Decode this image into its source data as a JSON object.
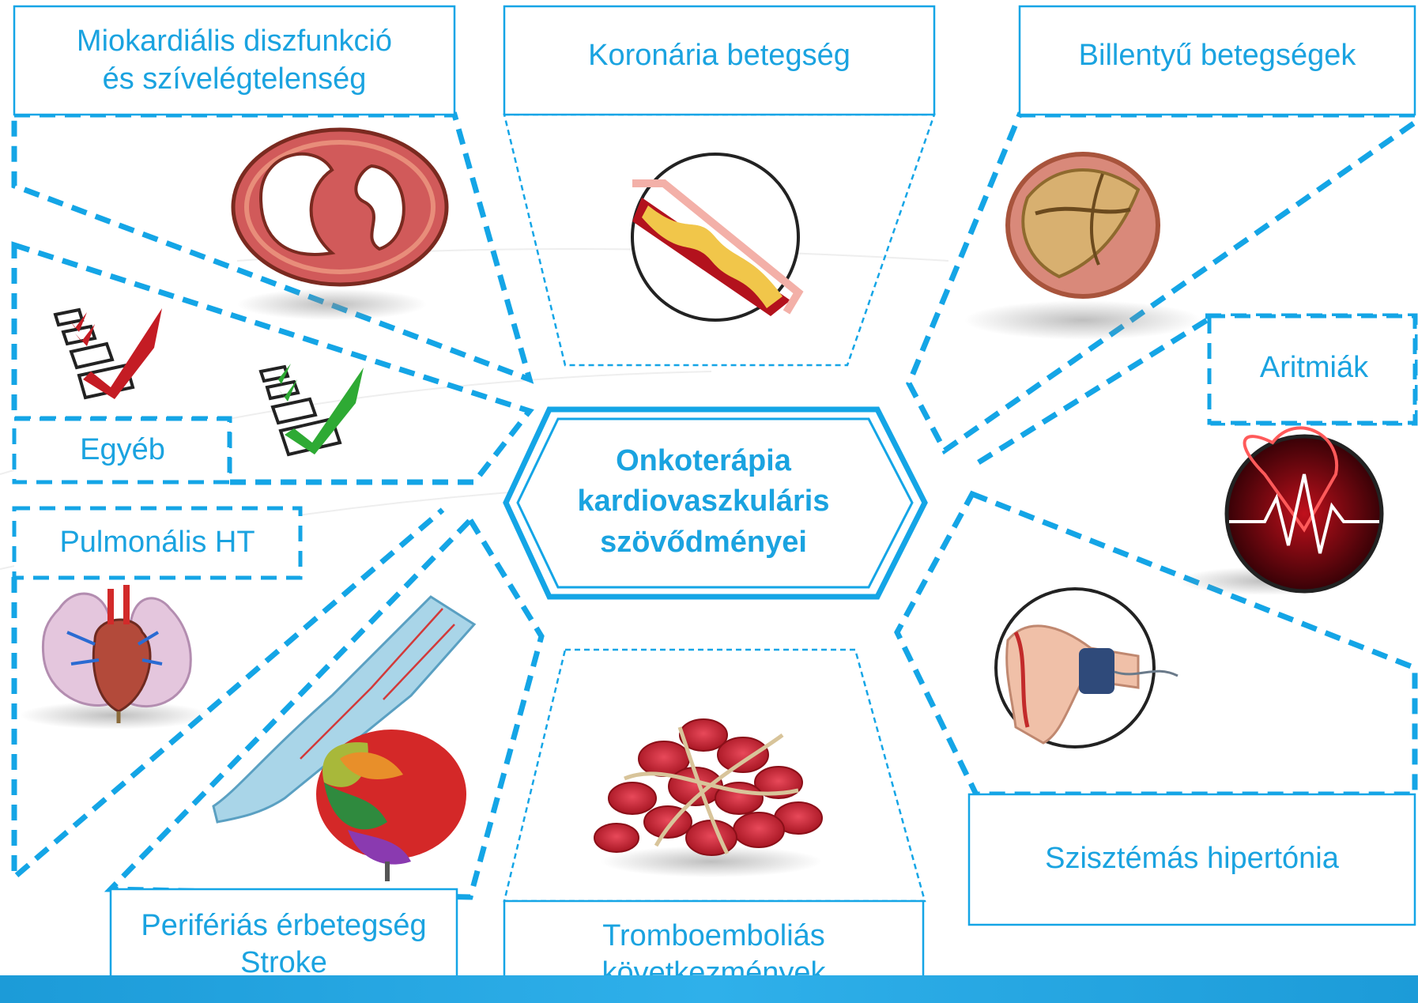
{
  "colors": {
    "accent": "#1aa3e0",
    "dash": "#14a5e6",
    "bar": "#2aa8e6"
  },
  "center": {
    "line1": "Onkoterápia",
    "line2": "kardiovaszkuláris",
    "line3": "szövődményei"
  },
  "labels": {
    "myocardial_line1": "Miokardiális diszfunkció",
    "myocardial_line2": "és szívelégtelenség",
    "coronary": "Koronária betegség",
    "valve": "Billentyű betegségek",
    "arrhythmia": "Aritmiák",
    "other": "Egyéb",
    "pulmonary": "Pulmonális HT",
    "systemic": "Szisztémás hipertónia",
    "peripheral_line1": "Perifériás érbetegség",
    "peripheral_line2": "Stroke",
    "thrombo_line1": "Tromboemboliás",
    "thrombo_line2": "következmények"
  },
  "icons": [
    "heart-cross-section-icon",
    "stenotic-artery-icon",
    "diseased-valve-icon",
    "ecg-heart-icon",
    "checklist-icon",
    "lungs-heart-icon",
    "leg-vessels-brain-icon",
    "blood-clot-icon",
    "blood-pressure-cuff-icon"
  ]
}
